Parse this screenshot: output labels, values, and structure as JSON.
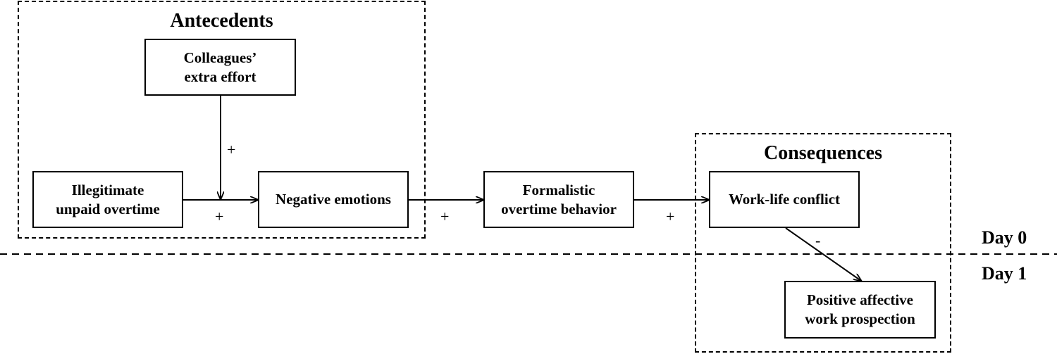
{
  "groups": {
    "antecedents": {
      "title": "Antecedents"
    },
    "consequences": {
      "title": "Consequences"
    }
  },
  "nodes": {
    "colleagues_effort": "Colleagues’\nextra effort",
    "illegitimate_overtime": "Illegitimate\nunpaid overtime",
    "negative_emotions": "Negative emotions",
    "formalistic_behavior": "Formalistic\novertime behavior",
    "work_life_conflict": "Work-life conflict",
    "positive_prospection": "Positive affective\nwork prospection"
  },
  "edges": [
    {
      "from": "illegitimate_overtime",
      "to": "negative_emotions",
      "sign": "+"
    },
    {
      "from": "colleagues_effort",
      "to": "illegitimate_overtime→negative_emotions",
      "sign": "+"
    },
    {
      "from": "negative_emotions",
      "to": "formalistic_behavior",
      "sign": "+"
    },
    {
      "from": "formalistic_behavior",
      "to": "work_life_conflict",
      "sign": "+"
    },
    {
      "from": "work_life_conflict",
      "to": "positive_prospection",
      "sign": "-"
    }
  ],
  "days": {
    "day0": "Day 0",
    "day1": "Day 1"
  }
}
